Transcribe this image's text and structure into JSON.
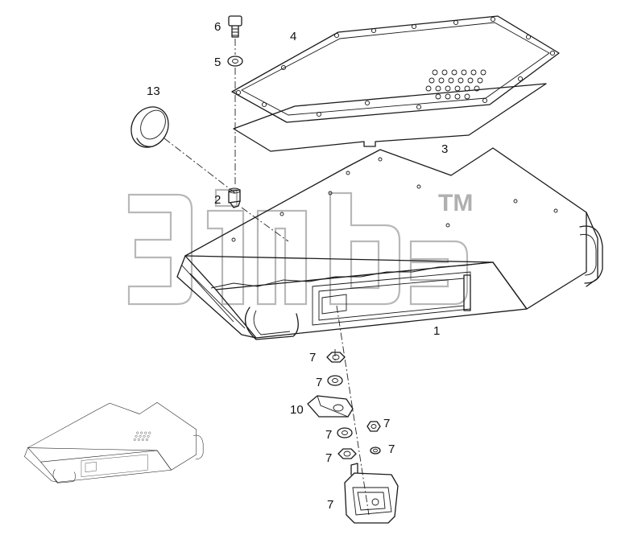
{
  "labels": {
    "part_1": "1",
    "part_2": "2",
    "part_3": "3",
    "part_4": "4",
    "part_5": "5",
    "part_6": "6",
    "part_10": "10",
    "part_13": "13",
    "part_7": "7"
  },
  "watermark": {
    "trademark": "TM"
  }
}
